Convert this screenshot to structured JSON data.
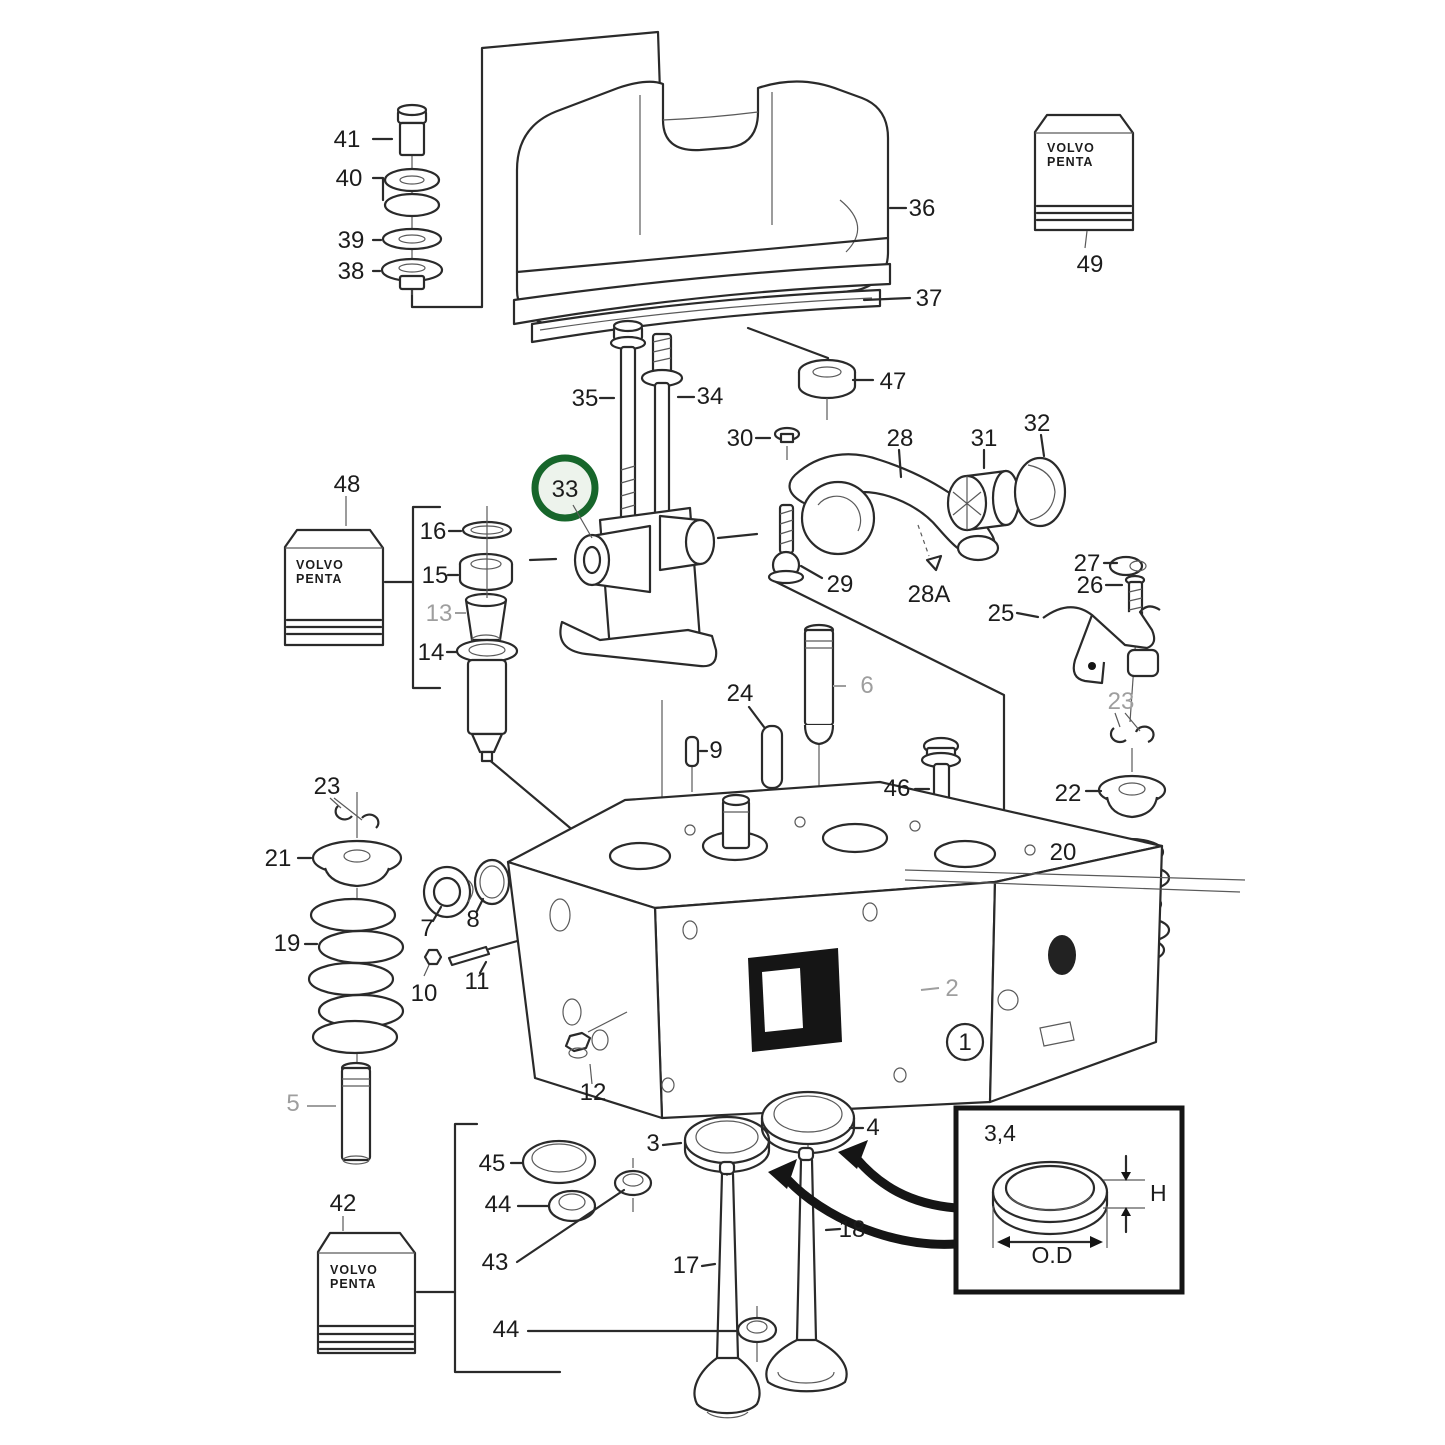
{
  "diagram": {
    "background": "#ffffff",
    "line_color": "#2a2a2a",
    "label_color": "#1c1c1c",
    "muted_label_color": "#9e9e9e",
    "highlight_ring_color": "#17662b",
    "highlight_fill": "#edf3ec"
  },
  "brand": {
    "line1": "VOLVO",
    "line2": "PENTA"
  },
  "inset": {
    "panel_label": "3,4",
    "height_dim": "H",
    "outer_diameter_dim": "O.D"
  },
  "callouts": {
    "c41": "41",
    "c40": "40",
    "c39": "39",
    "c38": "38",
    "c36": "36",
    "c37": "37",
    "c47": "47",
    "c49": "49",
    "c35": "35",
    "c34": "34",
    "c30": "30",
    "c28": "28",
    "c31": "31",
    "c32": "32",
    "c33": "33",
    "c29": "29",
    "c28a": "28A",
    "c27": "27",
    "c26": "26",
    "c25": "25",
    "c48": "48",
    "c16": "16",
    "c15": "15",
    "c13": "13",
    "c14": "14",
    "c24": "24",
    "c6": "6",
    "c9": "9",
    "c46": "46",
    "c23_right": "23",
    "c22": "22",
    "c20": "20",
    "c23_left": "23",
    "c21": "21",
    "c19": "19",
    "c5": "5",
    "c7": "7",
    "c8": "8",
    "c10": "10",
    "c11": "11",
    "c12": "12",
    "c2": "2",
    "c1": "1",
    "c3": "3",
    "c4": "4",
    "c45": "45",
    "c44_upper": "44",
    "c43": "43",
    "c42": "42",
    "c44_lower": "44",
    "c17": "17",
    "c18": "18"
  }
}
